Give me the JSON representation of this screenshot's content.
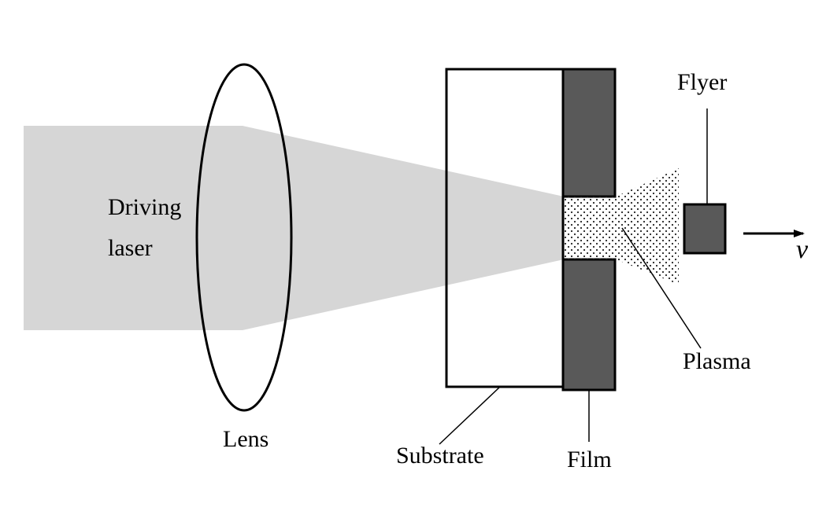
{
  "labels": {
    "driving_laser_line1": "Driving",
    "driving_laser_line2": "laser",
    "lens": "Lens",
    "substrate": "Substrate",
    "film": "Film",
    "flyer": "Flyer",
    "plasma": "Plasma",
    "velocity": "v"
  },
  "colors": {
    "beam": "#d6d6d6",
    "film": "#595959",
    "flyer": "#595959",
    "outline": "#000000",
    "plasma_dot": "#222222"
  }
}
